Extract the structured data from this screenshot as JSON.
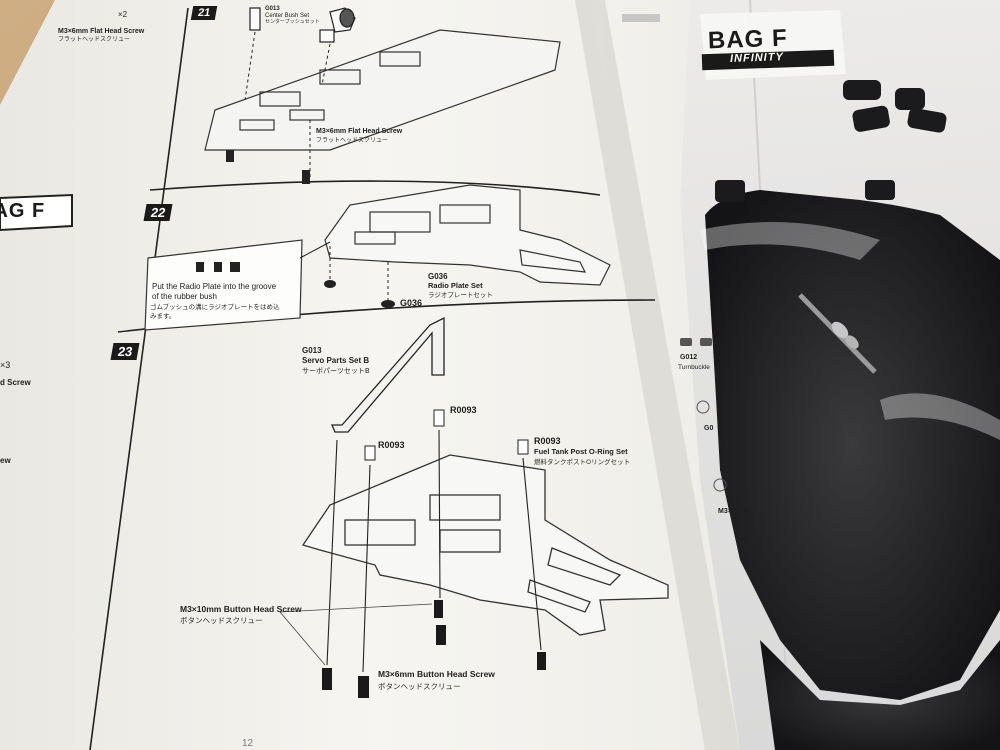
{
  "manual": {
    "step21": {
      "number": "21",
      "top_left_label": "M3×6mm Flat Head Screw",
      "top_left_qty": "×2",
      "top_left_jp": "フラットヘッドスクリュー",
      "part": "G013",
      "part_name": "Center Bush Set",
      "part_jp": "センターブッシュセット",
      "screw": "M3×6mm Flat Head Screw",
      "screw_jp": "フラットヘッドスクリュー"
    },
    "bag_label": "BAG F",
    "left_partial": {
      "qty": "×3",
      "l1": "d Screw",
      "l2": "ew"
    },
    "step22": {
      "number": "22",
      "note_en_1": "Put the Radio Plate into the groove",
      "note_en_2": "of the rubber bush",
      "note_jp_1": "ゴムブッシュの溝にラジオプレートをはめ込",
      "note_jp_2": "みます。",
      "part": "G036",
      "part_name": "Radio Plate Set",
      "part_jp": "ラジオプレートセット",
      "part_callout": "G036"
    },
    "step23": {
      "number": "23",
      "servo_part": "G013",
      "servo_name": "Servo Parts Set B",
      "servo_jp": "サーボパーツセットB",
      "callout_a": "R0093",
      "callout_b": "R0093",
      "callout_c": "R0093",
      "fuel_name": "Fuel Tank Post O-Ring Set",
      "fuel_jp": "燃料タンクポストOリングセット",
      "screw_10": "M3×10mm Button Head Screw",
      "screw_10_jp": "ボタンヘッドスクリュー",
      "screw_6": "M3×6mm Button Head Screw",
      "screw_6_jp": "ボタンヘッドスクリュー"
    },
    "page_number": "12"
  },
  "bag": {
    "title": "BAG F",
    "brand": "INFINITY",
    "partial_1": "G012",
    "partial_2": "Turnbuckle",
    "partial_3": "G0",
    "partial_4": "M3×6mm"
  },
  "colors": {
    "table": "#c9a57a",
    "paper": "#f4f3ef",
    "ink": "#1e1e1e",
    "bag_plastic": "#e8e8e6"
  }
}
